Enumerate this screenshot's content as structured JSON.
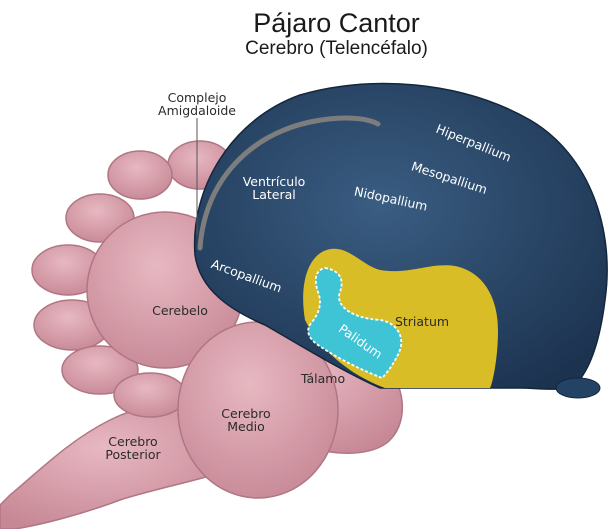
{
  "title": "Pájaro Cantor",
  "subtitle": "Cerebro (Telencéfalo)",
  "labels": {
    "complejo_line1": "Complejo",
    "complejo_line2": "Amigdaloide",
    "hyperpallium": "Hiperpallium",
    "mesopallium": "Mesopallium",
    "nidopallium": "Nidopallium",
    "ventriculo_line1": "Ventrículo",
    "ventriculo_line2": "Lateral",
    "arcopallium": "Arcopallium",
    "striatum": "Striatum",
    "palidum": "Palidum",
    "cerebelo": "Cerebelo",
    "talamo": "Tálamo",
    "cerebro_medio_line1": "Cerebro",
    "cerebro_medio_line2": "Medio",
    "cerebro_posterior_line1": "Cerebro",
    "cerebro_posterior_line2": "Posterior"
  },
  "colors": {
    "cerebrum": "#2c4a6b",
    "striatum": "#d9bd26",
    "palidum": "#3fc4d6",
    "brainstem": "#d49aa6",
    "ventricle": "#7d7d7d"
  }
}
